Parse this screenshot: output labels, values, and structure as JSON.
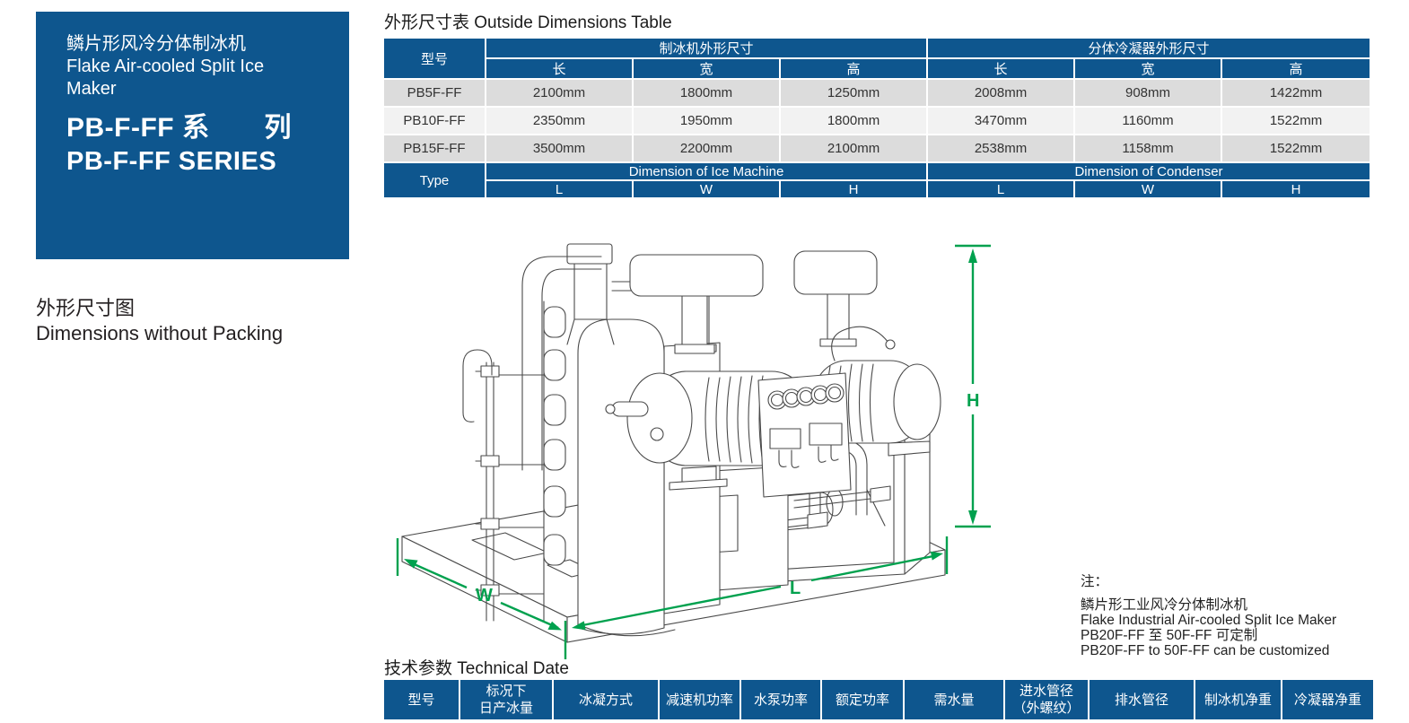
{
  "product_panel": {
    "title_zh": "鳞片形风冷分体制冰机",
    "title_en_line1": "Flake Air-cooled Split Ice",
    "title_en_line2": "Maker",
    "series_zh": "PB-F-FF 系　　列",
    "series_en": "PB-F-FF SERIES"
  },
  "figure": {
    "heading_zh": "外形尺寸图",
    "heading_en": "Dimensions without Packing",
    "labels": {
      "h": "H",
      "w": "W",
      "l": "L"
    }
  },
  "outside_dimensions_table": {
    "title": "外形尺寸表  Outside Dimensions Table",
    "model_header_zh": "型号",
    "model_header_en": "Type",
    "group_ice_zh": "制冰机外形尺寸",
    "group_condenser_zh": "分体冷凝器外形尺寸",
    "group_ice_en": "Dimension of Ice Machine",
    "group_condenser_en": "Dimension of Condenser",
    "cols_zh": [
      "长",
      "宽",
      "高",
      "长",
      "宽",
      "高"
    ],
    "cols_en": [
      "L",
      "W",
      "H",
      "L",
      "W",
      "H"
    ],
    "rows": [
      {
        "model": "PB5F-FF",
        "values": [
          "2100mm",
          "1800mm",
          "1250mm",
          "2008mm",
          "908mm",
          "1422mm"
        ]
      },
      {
        "model": "PB10F-FF",
        "values": [
          "2350mm",
          "1950mm",
          "1800mm",
          "3470mm",
          "1160mm",
          "1522mm"
        ]
      },
      {
        "model": "PB15F-FF",
        "values": [
          "3500mm",
          "2200mm",
          "2100mm",
          "2538mm",
          "1158mm",
          "1522mm"
        ]
      }
    ]
  },
  "notes": {
    "label": "注：",
    "lines": [
      "鳞片形工业风冷分体制冰机",
      "Flake Industrial Air-cooled Split Ice Maker",
      "PB20F-FF 至 50F-FF 可定制",
      "PB20F-FF to 50F-FF can be customized"
    ]
  },
  "technical_table": {
    "title": "技术参数 Technical Date",
    "headers": [
      [
        "型号"
      ],
      [
        "标况下",
        "日产冰量"
      ],
      [
        "冰凝方式"
      ],
      [
        "减速机功率"
      ],
      [
        "水泵功率"
      ],
      [
        "额定功率"
      ],
      [
        "需水量"
      ],
      [
        "进水管径",
        "（外螺纹）"
      ],
      [
        "排水管径"
      ],
      [
        "制冰机净重"
      ],
      [
        "冷凝器净重"
      ]
    ]
  },
  "colors": {
    "header_blue": "#0e568e",
    "row_gray": "#dcdcdc",
    "row_light": "#f2f2f2",
    "dimension_green": "#00a14e"
  }
}
